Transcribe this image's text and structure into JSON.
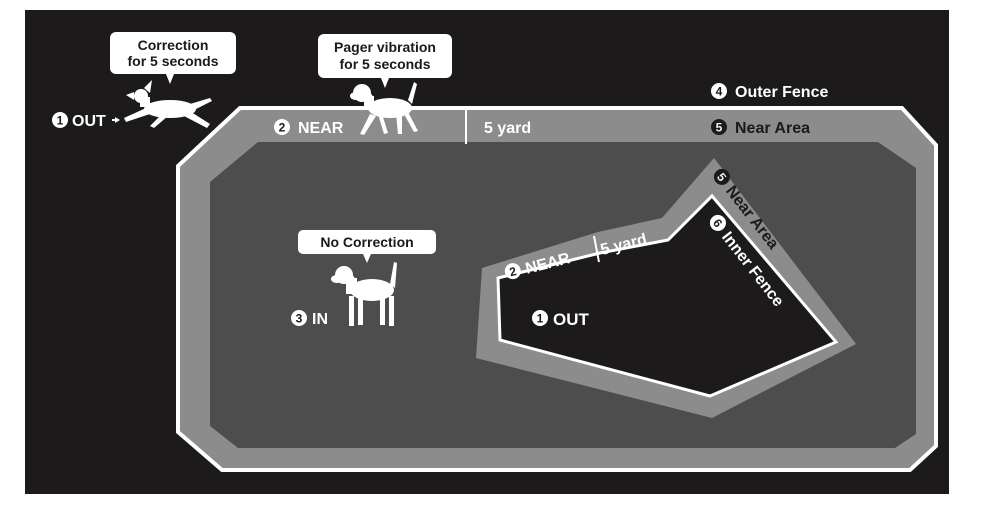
{
  "bubbles": {
    "correction_line1": "Correction",
    "correction_line2": "for 5 seconds",
    "pager_line1": "Pager vibration",
    "pager_line2": "for 5 seconds",
    "no_correction": "No Correction"
  },
  "zones": {
    "outer_out": {
      "number": "1",
      "label": "OUT"
    },
    "outer_near": {
      "number": "2",
      "label": "NEAR"
    },
    "outer_near_width": "5 yard",
    "in": {
      "number": "3",
      "label": "IN"
    },
    "outer_fence": {
      "number": "4",
      "label": "Outer Fence"
    },
    "near_area_top": {
      "number": "5",
      "label": "Near Area"
    },
    "near_area_inner": {
      "number": "5",
      "label": "Near Area"
    },
    "inner_fence": {
      "number": "6",
      "label": "Inner Fence"
    },
    "inner_near": {
      "number": "2",
      "label": "NEAR"
    },
    "inner_near_width": "5 yard",
    "inner_out": {
      "number": "1",
      "label": "OUT"
    }
  },
  "colors": {
    "background": "#1c1a1b",
    "near_band": "#8c8c8c",
    "in_area": "#4d4d4d",
    "fence_line": "#ffffff",
    "bubble_fill": "#ffffff",
    "text_light": "#ffffff",
    "text_dark": "#1a1a1a"
  },
  "icons": [
    "running-dog-icon",
    "walking-dog-icon",
    "standing-dog-icon"
  ]
}
